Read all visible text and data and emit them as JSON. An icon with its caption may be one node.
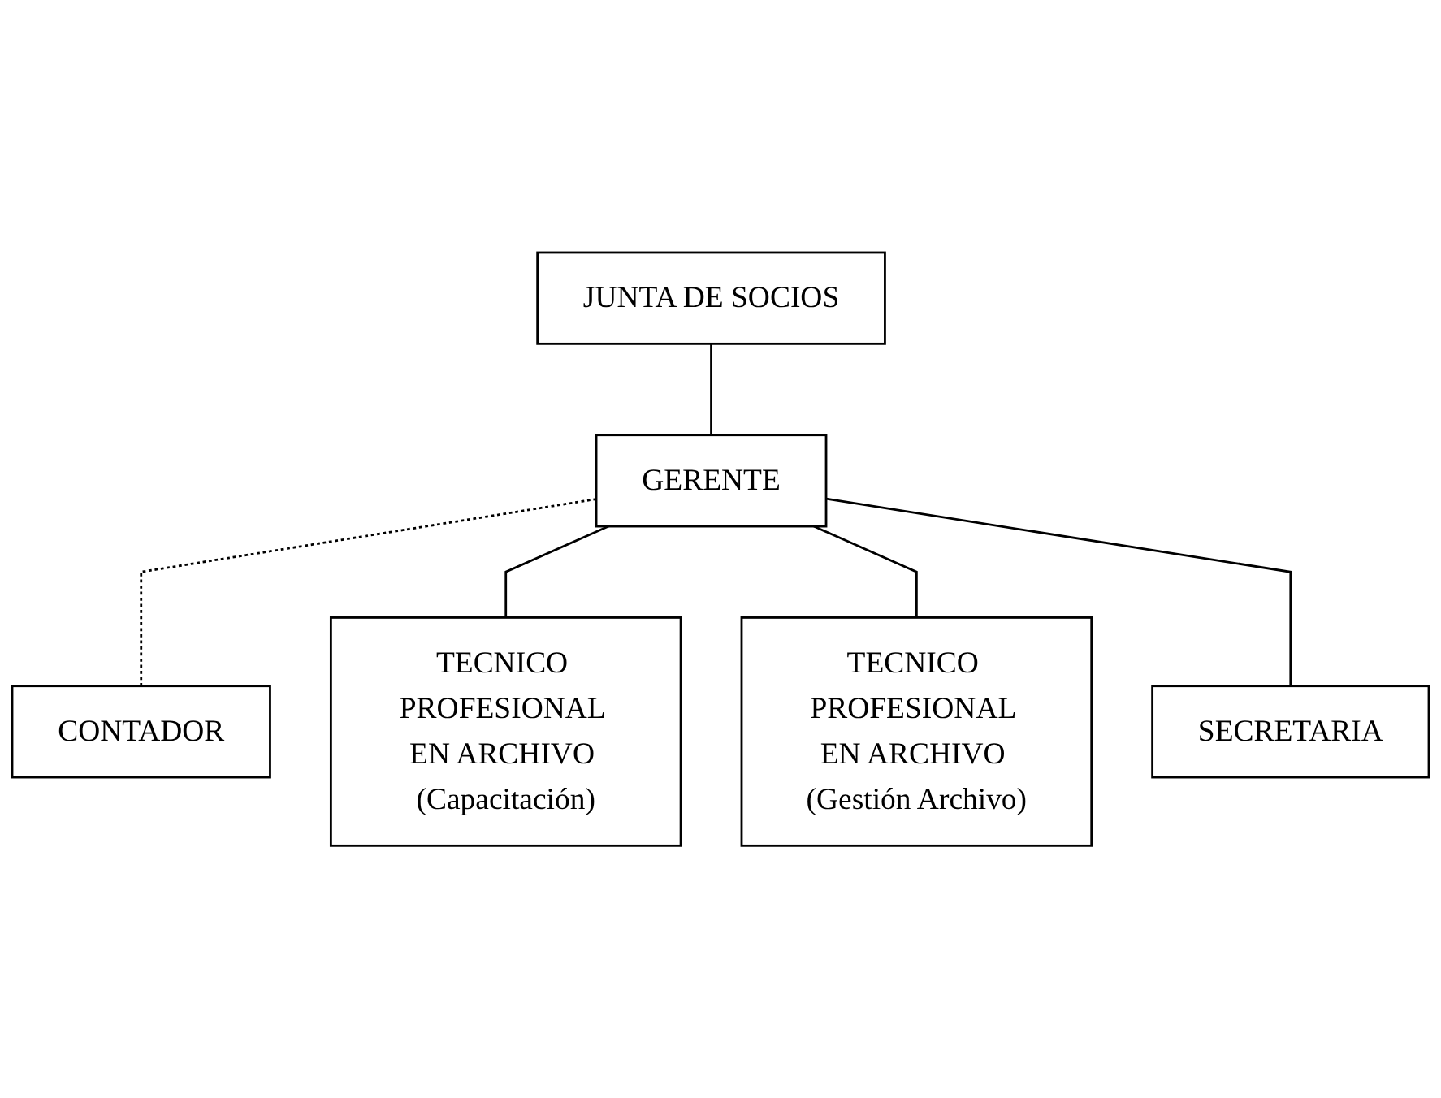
{
  "diagram": {
    "nodes": [
      {
        "text": [
          "JUNTA DE SOCIOS"
        ]
      },
      {
        "text": [
          "GERENTE"
        ]
      },
      {
        "text": [
          "CONTADOR"
        ]
      },
      {
        "text": [
          "TECNICO PROFESIONAL EN ARCHIVO (Capacitación)"
        ]
      },
      {
        "text": [
          "TECNICO PROFESIONAL EN ARCHIVO (Gestión Archivo)"
        ]
      },
      {
        "text": [
          "SECRETARIA"
        ]
      }
    ],
    "edges": [
      {
        "from": 0,
        "to": 1,
        "arrow": "none"
      },
      {
        "from": 1,
        "to": 2,
        "arrow": "none",
        "style": "dashed"
      },
      {
        "from": 1,
        "to": 3,
        "arrow": "none"
      },
      {
        "from": 1,
        "to": 4,
        "arrow": "none"
      },
      {
        "from": 1,
        "to": 5,
        "arrow": "none"
      }
    ]
  }
}
